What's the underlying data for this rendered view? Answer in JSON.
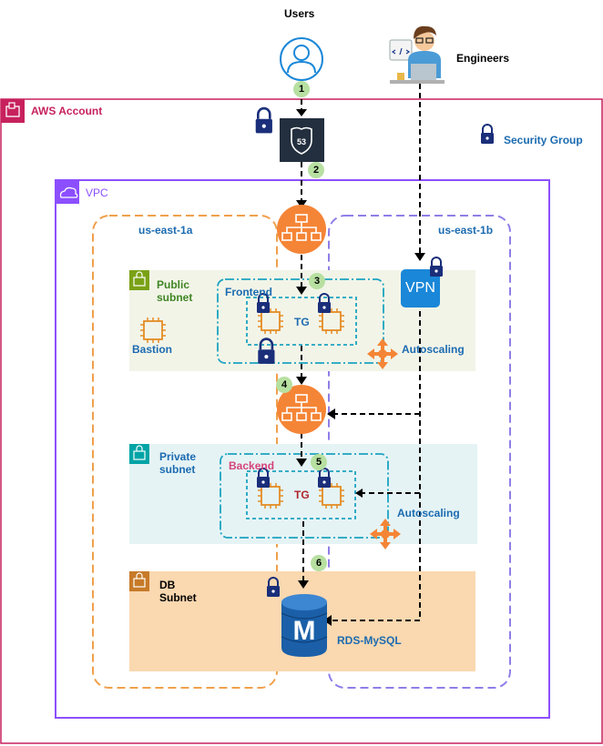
{
  "labels": {
    "users": "Users",
    "engineers": "Engineers",
    "aws_account": "AWS Account",
    "security_group": "Security Group",
    "vpc": "VPC",
    "az_a": "us-east-1a",
    "az_b": "us-east-1b",
    "public_subnet": "Public subnet",
    "private_subnet": "Private subnet",
    "db_subnet": "DB Subnet",
    "frontend": "Frontend",
    "backend": "Backend",
    "tg_front": "TG",
    "tg_back": "TG",
    "bastion": "Bastion",
    "autoscaling_front": "Autoscaling",
    "autoscaling_back": "Autoscaling",
    "vpn": "VPN",
    "rds": "RDS-MySQL",
    "route53": "53",
    "rds_letter": "M"
  },
  "steps": [
    "1",
    "2",
    "3",
    "4",
    "5",
    "6"
  ],
  "colors": {
    "aws_account": "#c7215d",
    "vpc": "#8c4fff",
    "az_a": "#f0a04b",
    "az_b": "#8f7ee8",
    "public_subnet_fill": "#f2f4e8",
    "public_subnet_icon": "#7aa116",
    "private_subnet_fill": "#e5f3f5",
    "private_subnet_icon": "#00a4a6",
    "db_subnet_fill": "#fad8b0",
    "db_subnet_icon": "#c77a28",
    "target_group": "#1ba3c0",
    "alb": "#f58536",
    "ec2": "#e48c24",
    "rds": "#1a5fa8",
    "step_badge": "#b7e0a1",
    "lock": "#1a2e7a",
    "label_blue": "#1c6bb0",
    "backend_label": "#d6447a",
    "tg_back_label": "#b0242a"
  }
}
